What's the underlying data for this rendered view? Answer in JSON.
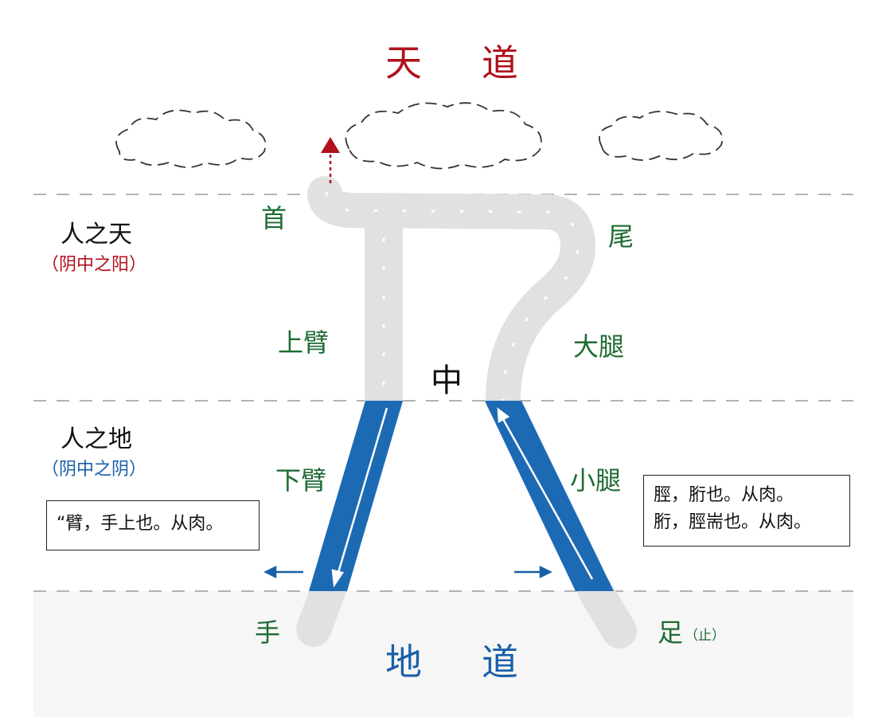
{
  "titles": {
    "heaven_char1": "天",
    "heaven_char2": "道",
    "earth_char1": "地",
    "earth_char2": "道"
  },
  "regions": {
    "upper": {
      "label": "人之天",
      "sub": "（阴中之阳）"
    },
    "lower": {
      "label": "人之地",
      "sub": "（阴中之阴）"
    }
  },
  "center_label": "中",
  "body_parts": {
    "head": "首",
    "tail": "尾",
    "upper_arm": "上臂",
    "thigh": "大腿",
    "forearm": "下臂",
    "shank": "小腿",
    "hand": "手",
    "foot": "足",
    "foot_note": "（止）"
  },
  "notes": {
    "arm": [
      "“臂，手上也。从肉。"
    ],
    "leg": [
      "脛，胻也。从肉。",
      "胻，脛耑也。从肉。"
    ]
  },
  "colors": {
    "heaven_red": "#b0111c",
    "earth_blue": "#1a5fa8",
    "part_green": "#1e6b32",
    "channel_blue": "#1d6ab4",
    "glyph_gray": "#e1e1e1",
    "ground": "#f6f6f6"
  }
}
